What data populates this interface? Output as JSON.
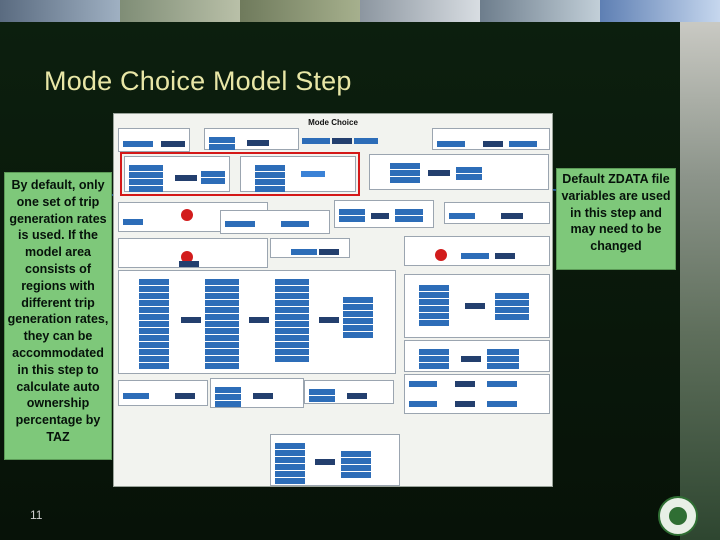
{
  "slide": {
    "title": "Mode Choice Model Step",
    "left_note": "By default, only one set of trip generation rates is used. If the model area consists of regions with different trip generation rates, they can be accommodated in this step to calculate auto ownership percentage by TAZ",
    "right_note": "Default ZDATA file variables are used in this step and may need to be changed",
    "page_number": "11"
  },
  "colors": {
    "title": "#e8e6a6",
    "callout_fill": "#7ec87a",
    "background": "#0a1a0c",
    "highlight": "#d41818",
    "node": "#2d6db8"
  },
  "diagram": {
    "title": "Mode Choice"
  },
  "icons": {
    "logo": "agency-seal-icon"
  }
}
